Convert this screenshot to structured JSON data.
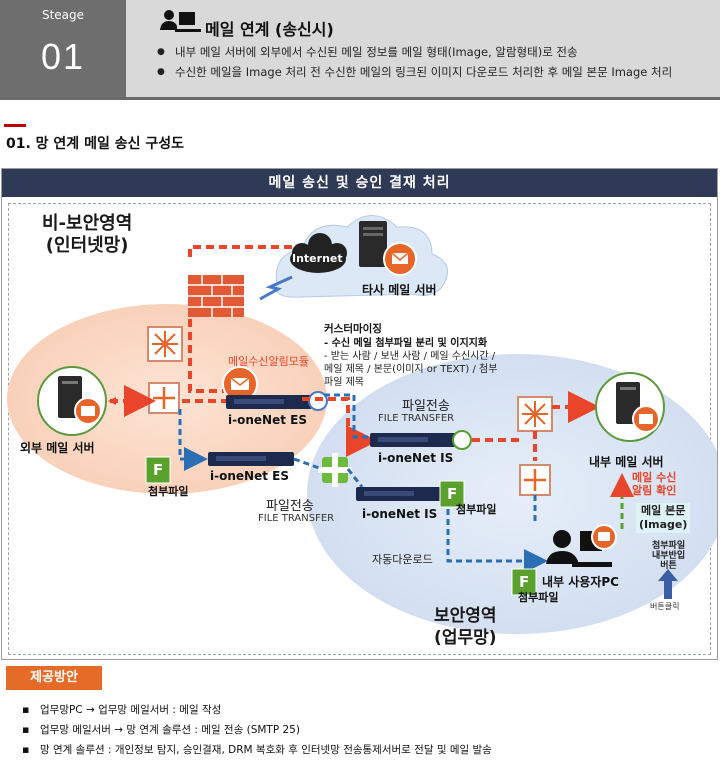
{
  "header": {
    "stage_label": "Steage",
    "stage_number": "01",
    "title": "메일 연계 (송신시)",
    "bullets": [
      "내부 메일 서버에 외부에서 수신된 메일 정보를 메일 형태(Image, 알람형태)로 전송",
      "수신한 메일을 Image 처리 전 수신한 메일의 링크된 이미지 다운로드 처리한 후 메일 본문 Image 처리"
    ]
  },
  "section": {
    "title": "01. 망 연계 메일 송신 구성도"
  },
  "diagram": {
    "banner": "메일 송신 및 승인 결재 처리",
    "zone_external": "비-보안영역\n(인터넷망)",
    "zone_internal": "보안영역\n(업무망)",
    "internet_label": "Internet",
    "other_mail_server": "타사 메일 서버",
    "external_mail_server": "외부 메일 서버",
    "internal_mail_server": "내부 메일 서버",
    "internal_user_pc": "내부 사용자PC",
    "mail_alarm_module": "메일수신알림모듈",
    "ione_es_top": "i-oneNet ES",
    "ione_es_bottom": "i-oneNet ES",
    "ione_is_top": "i-oneNet IS",
    "ione_is_bottom": "i-oneNet IS",
    "file_transfer_ko": "파일전송",
    "file_transfer_en": "FILE TRANSFER",
    "attachment_label": "첨부파일",
    "file_badge": "F",
    "auto_download": "자동다운로드",
    "customizing": {
      "title": "커스터마이징",
      "line1": "- 수신 메일 첨부파일 분리 및 이지지화",
      "line2": "- 받는 사람 / 보낸 사람 / 메일 수신시간 /",
      "line3": "메일 제목 / 본문(이미지 or TEXT) / 첨부",
      "line4": "파일 제목"
    },
    "mail_receive_confirm": "메일 수신\n알림 확인",
    "mail_body": "메일 본문\n(Image)",
    "attachment_internal_button": "첨부파일\n내부반입\n버튼",
    "button_click": "버튼클릭"
  },
  "provision": {
    "title": "제공방안",
    "items": [
      "업무망PC → 업무망 메일서버 : 메일 작성",
      "업무망 메일서버 → 망 연계 솔루션 : 메일 전송 (SMTP 25)",
      "망 연계 솔루션 : 개인정보 탐지, 승인결재, DRM 복호화 후 인터넷망 전송통제서버로 전달 및 메일 발송"
    ]
  },
  "colors": {
    "accent_red": "#e8452a",
    "accent_blue": "#2a6fb5",
    "banner_bg": "#2f3a57",
    "file_green": "#5aa02c",
    "provision_orange": "#e46c28"
  }
}
